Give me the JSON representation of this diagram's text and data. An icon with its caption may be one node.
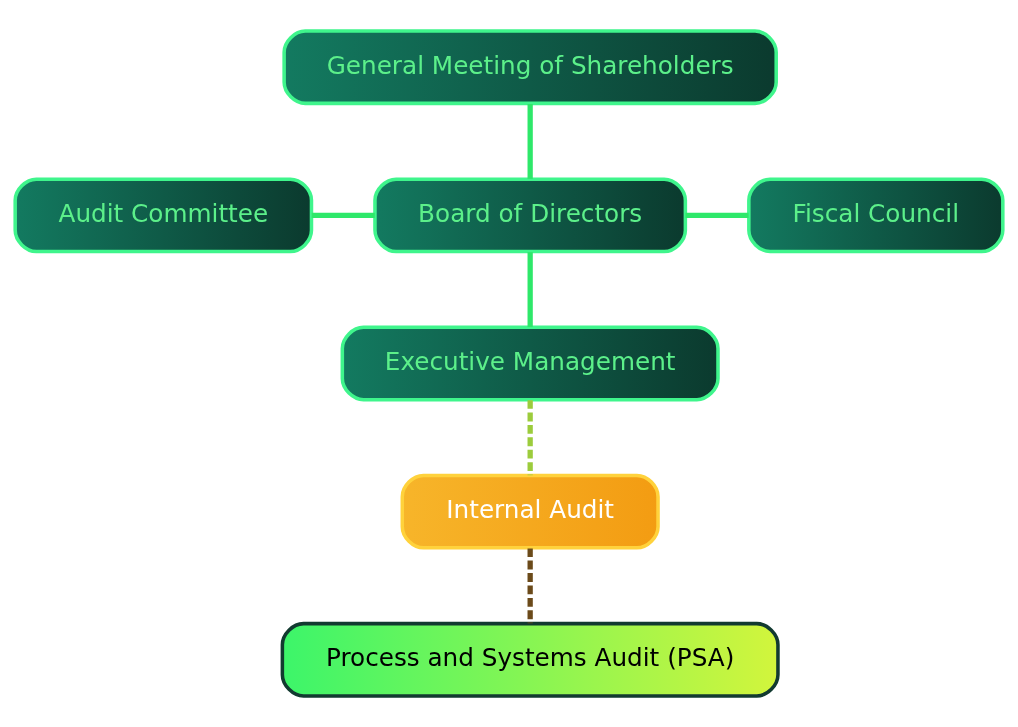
{
  "diagram": {
    "nodes": [
      {
        "text": [
          "General Meeting of Shareholders"
        ]
      },
      {
        "text": [
          "Audit Committee"
        ]
      },
      {
        "text": [
          "Board of Directors"
        ]
      },
      {
        "text": [
          "Fiscal Council"
        ]
      },
      {
        "text": [
          "Executive Management"
        ]
      },
      {
        "text": [
          "Internal Audit"
        ]
      },
      {
        "text": [
          "Process and Systems Audit (PSA)"
        ]
      }
    ],
    "edges": [
      {
        "from": 0,
        "to": 2,
        "arrow": "none"
      },
      {
        "from": 1,
        "to": 2,
        "arrow": "none"
      },
      {
        "from": 2,
        "to": 3,
        "arrow": "none"
      },
      {
        "from": 2,
        "to": 4,
        "arrow": "none"
      },
      {
        "from": 4,
        "to": 5,
        "arrow": "none",
        "style": "dashed",
        "color": "#9ccc3c"
      },
      {
        "from": 5,
        "to": 6,
        "arrow": "none",
        "style": "dashed",
        "color": "#6b4a1a"
      }
    ]
  }
}
